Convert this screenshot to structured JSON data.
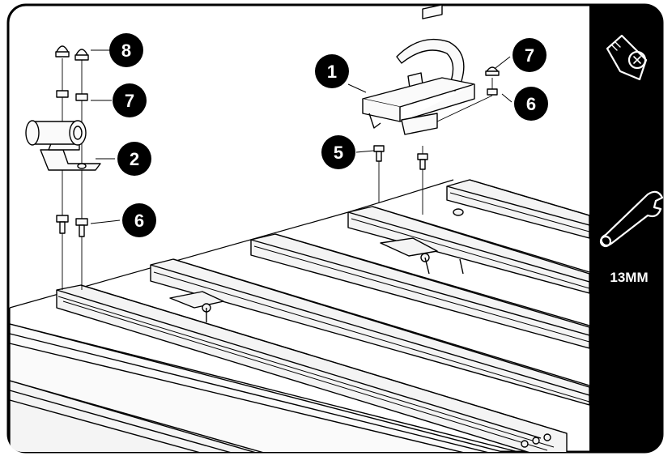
{
  "callouts": [
    {
      "id": "c8a",
      "label": "8"
    },
    {
      "id": "c7a",
      "label": "7"
    },
    {
      "id": "c2",
      "label": "2"
    },
    {
      "id": "c6a",
      "label": "6"
    },
    {
      "id": "c1",
      "label": "1"
    },
    {
      "id": "c5",
      "label": "5"
    },
    {
      "id": "c7b",
      "label": "7"
    },
    {
      "id": "c6b",
      "label": "6"
    }
  ],
  "side_panel": {
    "tools": [
      {
        "icon": "tape-measure-icon"
      },
      {
        "icon": "wrench-icon",
        "label": "13MM"
      }
    ]
  },
  "colors": {
    "ink": "#000000",
    "panel": "#000000",
    "paper": "#ffffff",
    "rail_fill": "#f4f4f4"
  }
}
